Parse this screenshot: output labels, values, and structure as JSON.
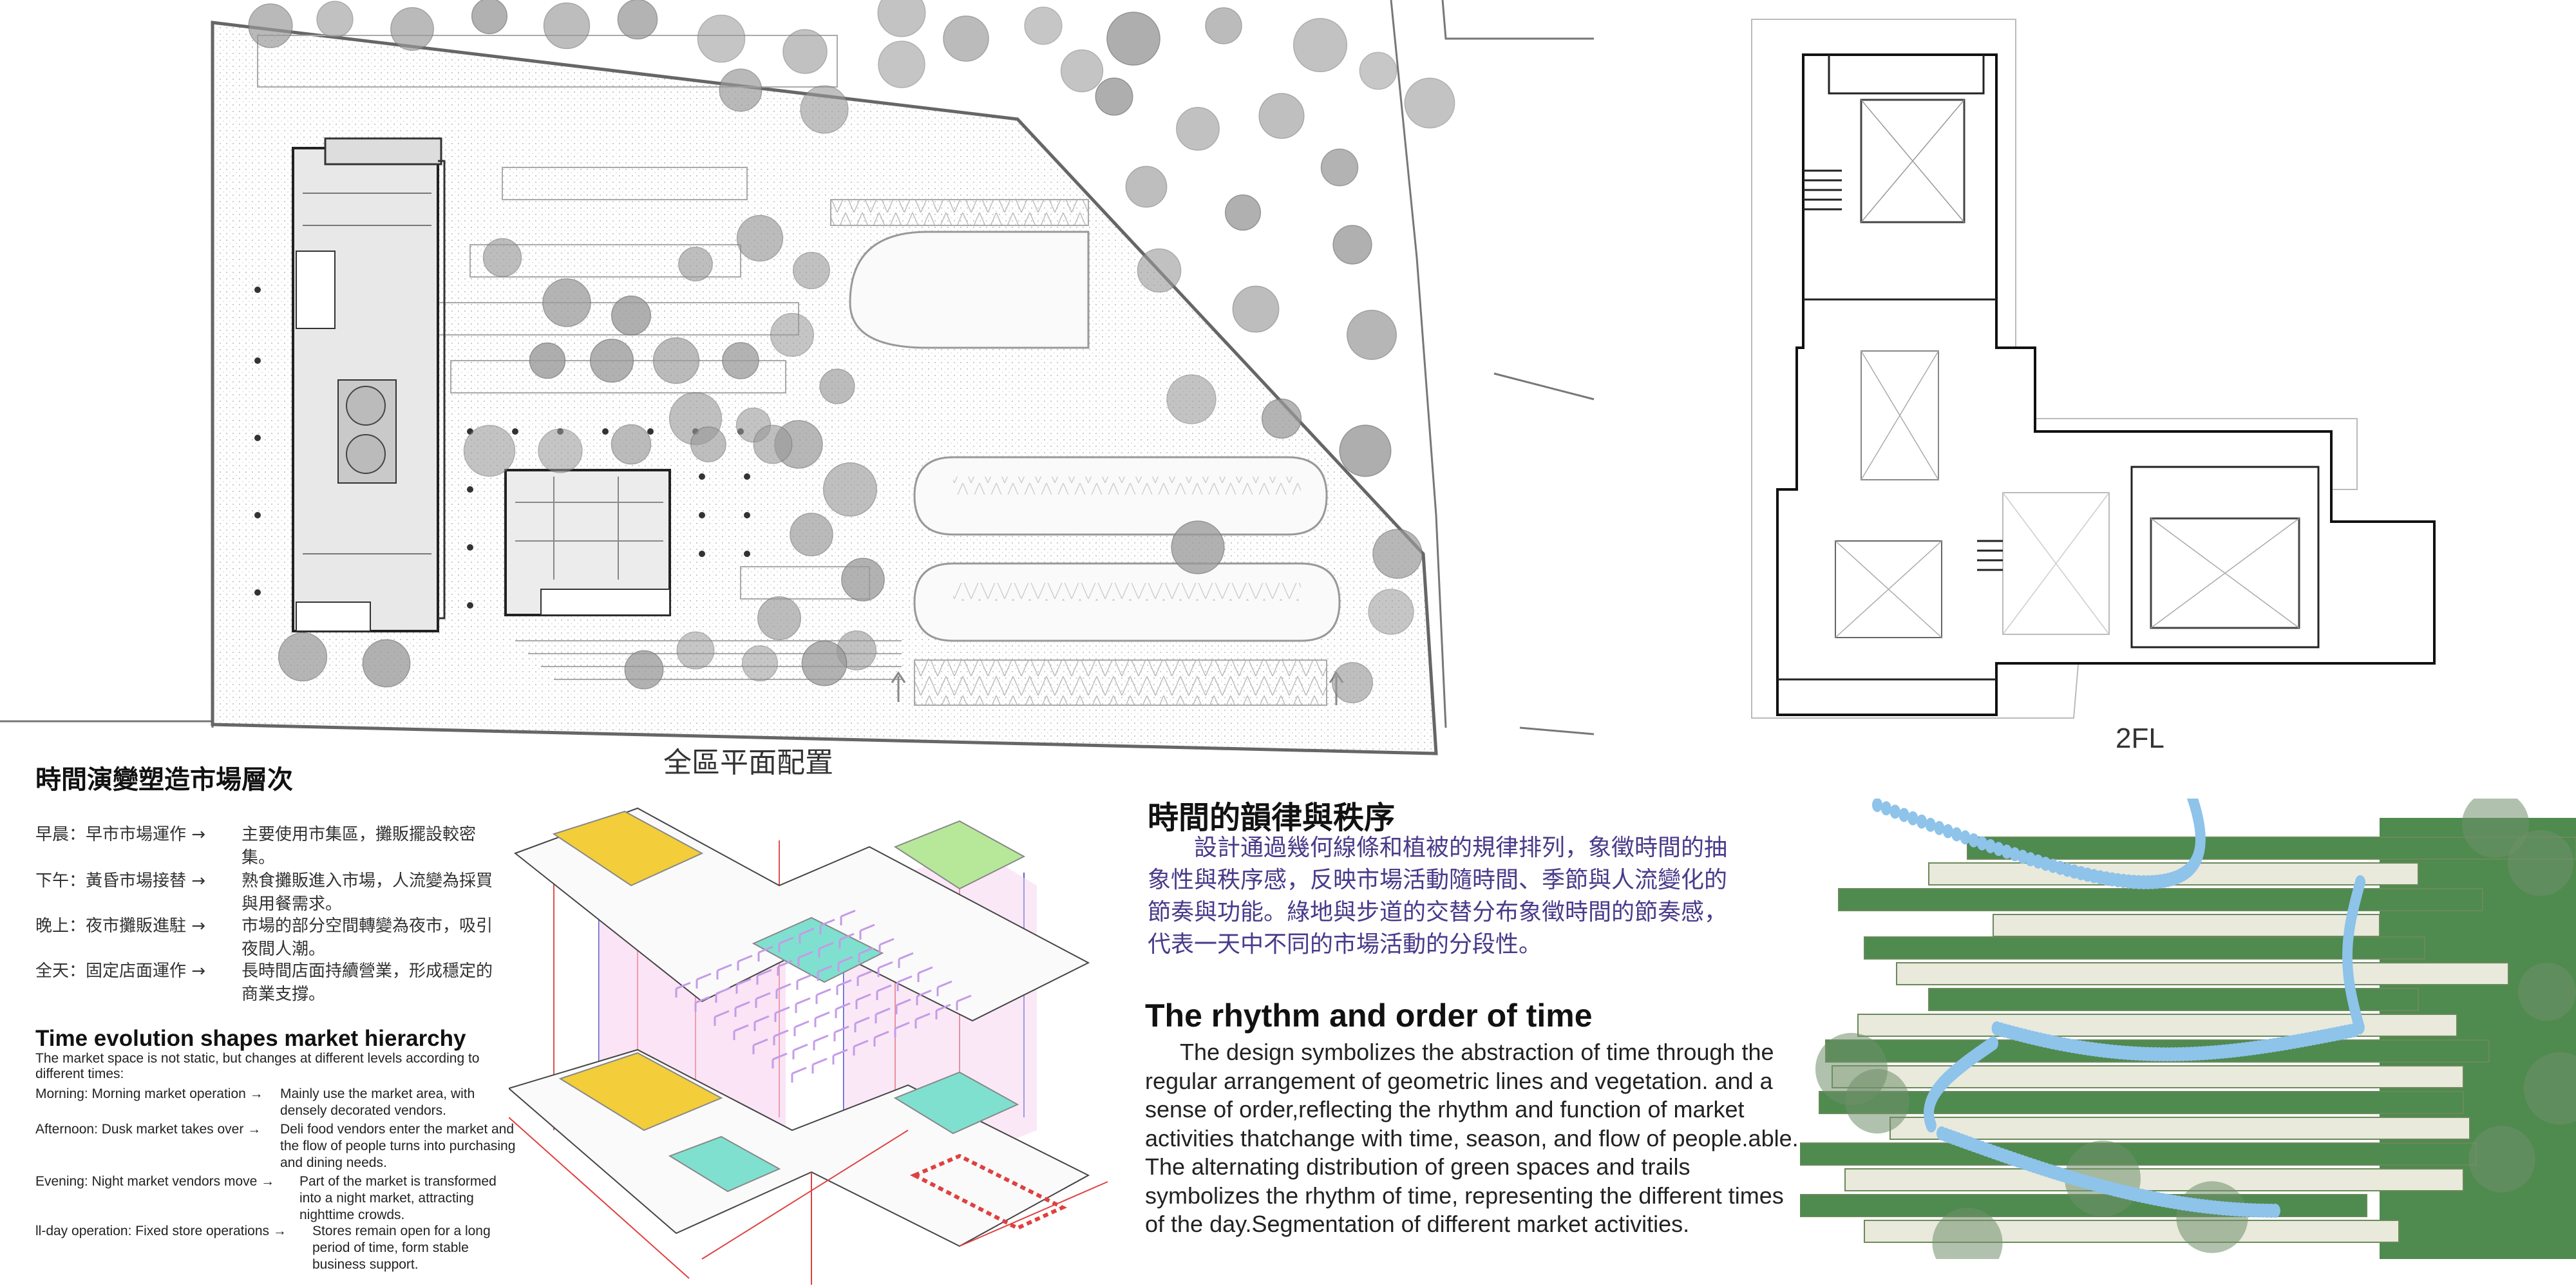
{
  "site_plan": {
    "title": "全區平面配置"
  },
  "floor_plan": {
    "title": "2FL"
  },
  "left_panel": {
    "cn_title": "時間演變塑造市場層次",
    "cn_schedule": [
      {
        "key": "早晨：早市市場運作 →",
        "value": "主要使用市集區，攤販擺設較密集。"
      },
      {
        "key": "下午：黃昏市場接替 →",
        "value": "熟食攤販進入市場，人流變為採買與用餐需求。"
      },
      {
        "key": "晚上：夜市攤販進駐 →",
        "value": "市場的部分空間轉變為夜市，吸引夜間人潮。"
      },
      {
        "key": "全天：固定店面運作 →",
        "value": "長時間店面持續營業，形成穩定的商業支撐。"
      }
    ],
    "en_title": "Time evolution shapes market hierarchy",
    "en_intro": "The market space is not static, but changes at different levels according to different times:",
    "en_schedule": [
      {
        "key": "Morning: Morning market operation →",
        "value": "Mainly use the market area, with densely decorated vendors."
      },
      {
        "key": "Afternoon: Dusk market takes over →",
        "value": "Deli food vendors enter the market and the flow of people turns into purchasing and dining needs."
      },
      {
        "key": "Evening: Night market vendors move →",
        "value": "Part of the market is transformed into a night market, attracting nighttime crowds."
      },
      {
        "key": "ll-day operation: Fixed store operations →",
        "value": "Stores remain open for a long period of time, form stable business support."
      }
    ]
  },
  "right_panel": {
    "cn_title": "時間的韻律與秩序",
    "cn_body": "設計通過幾何線條和植被的規律排列，象徵時間的抽象性與秩序感，反映市場活動隨時間、季節與人流變化的節奏與功能。綠地與步道的交替分布象徵時間的節奏感，代表一天中不同的市場活動的分段性。",
    "en_title": "The rhythm and order of time",
    "en_body": "The design symbolizes the abstraction of time through the regular arrangement of geometric lines and vegetation. and a sense of order,reflecting the rhythm and function of market activities thatchange with time, season, and flow of people.able. The alternating distribution of green spaces and trails symbolizes the rhythm of time, representing the different times of the day.Segmentation of different market activities."
  },
  "colors": {
    "tree": "#9a9a9a",
    "green_strip": "#4f8a4f",
    "dot_trail": "#8ec3ea",
    "axon_yellow": "#f3cd3a",
    "axon_teal": "#7fe0cf",
    "axon_green": "#b7e89a",
    "axon_pink": "#f6d2ef",
    "axon_red": "#e04040",
    "text_purple": "#4a3a8a"
  }
}
